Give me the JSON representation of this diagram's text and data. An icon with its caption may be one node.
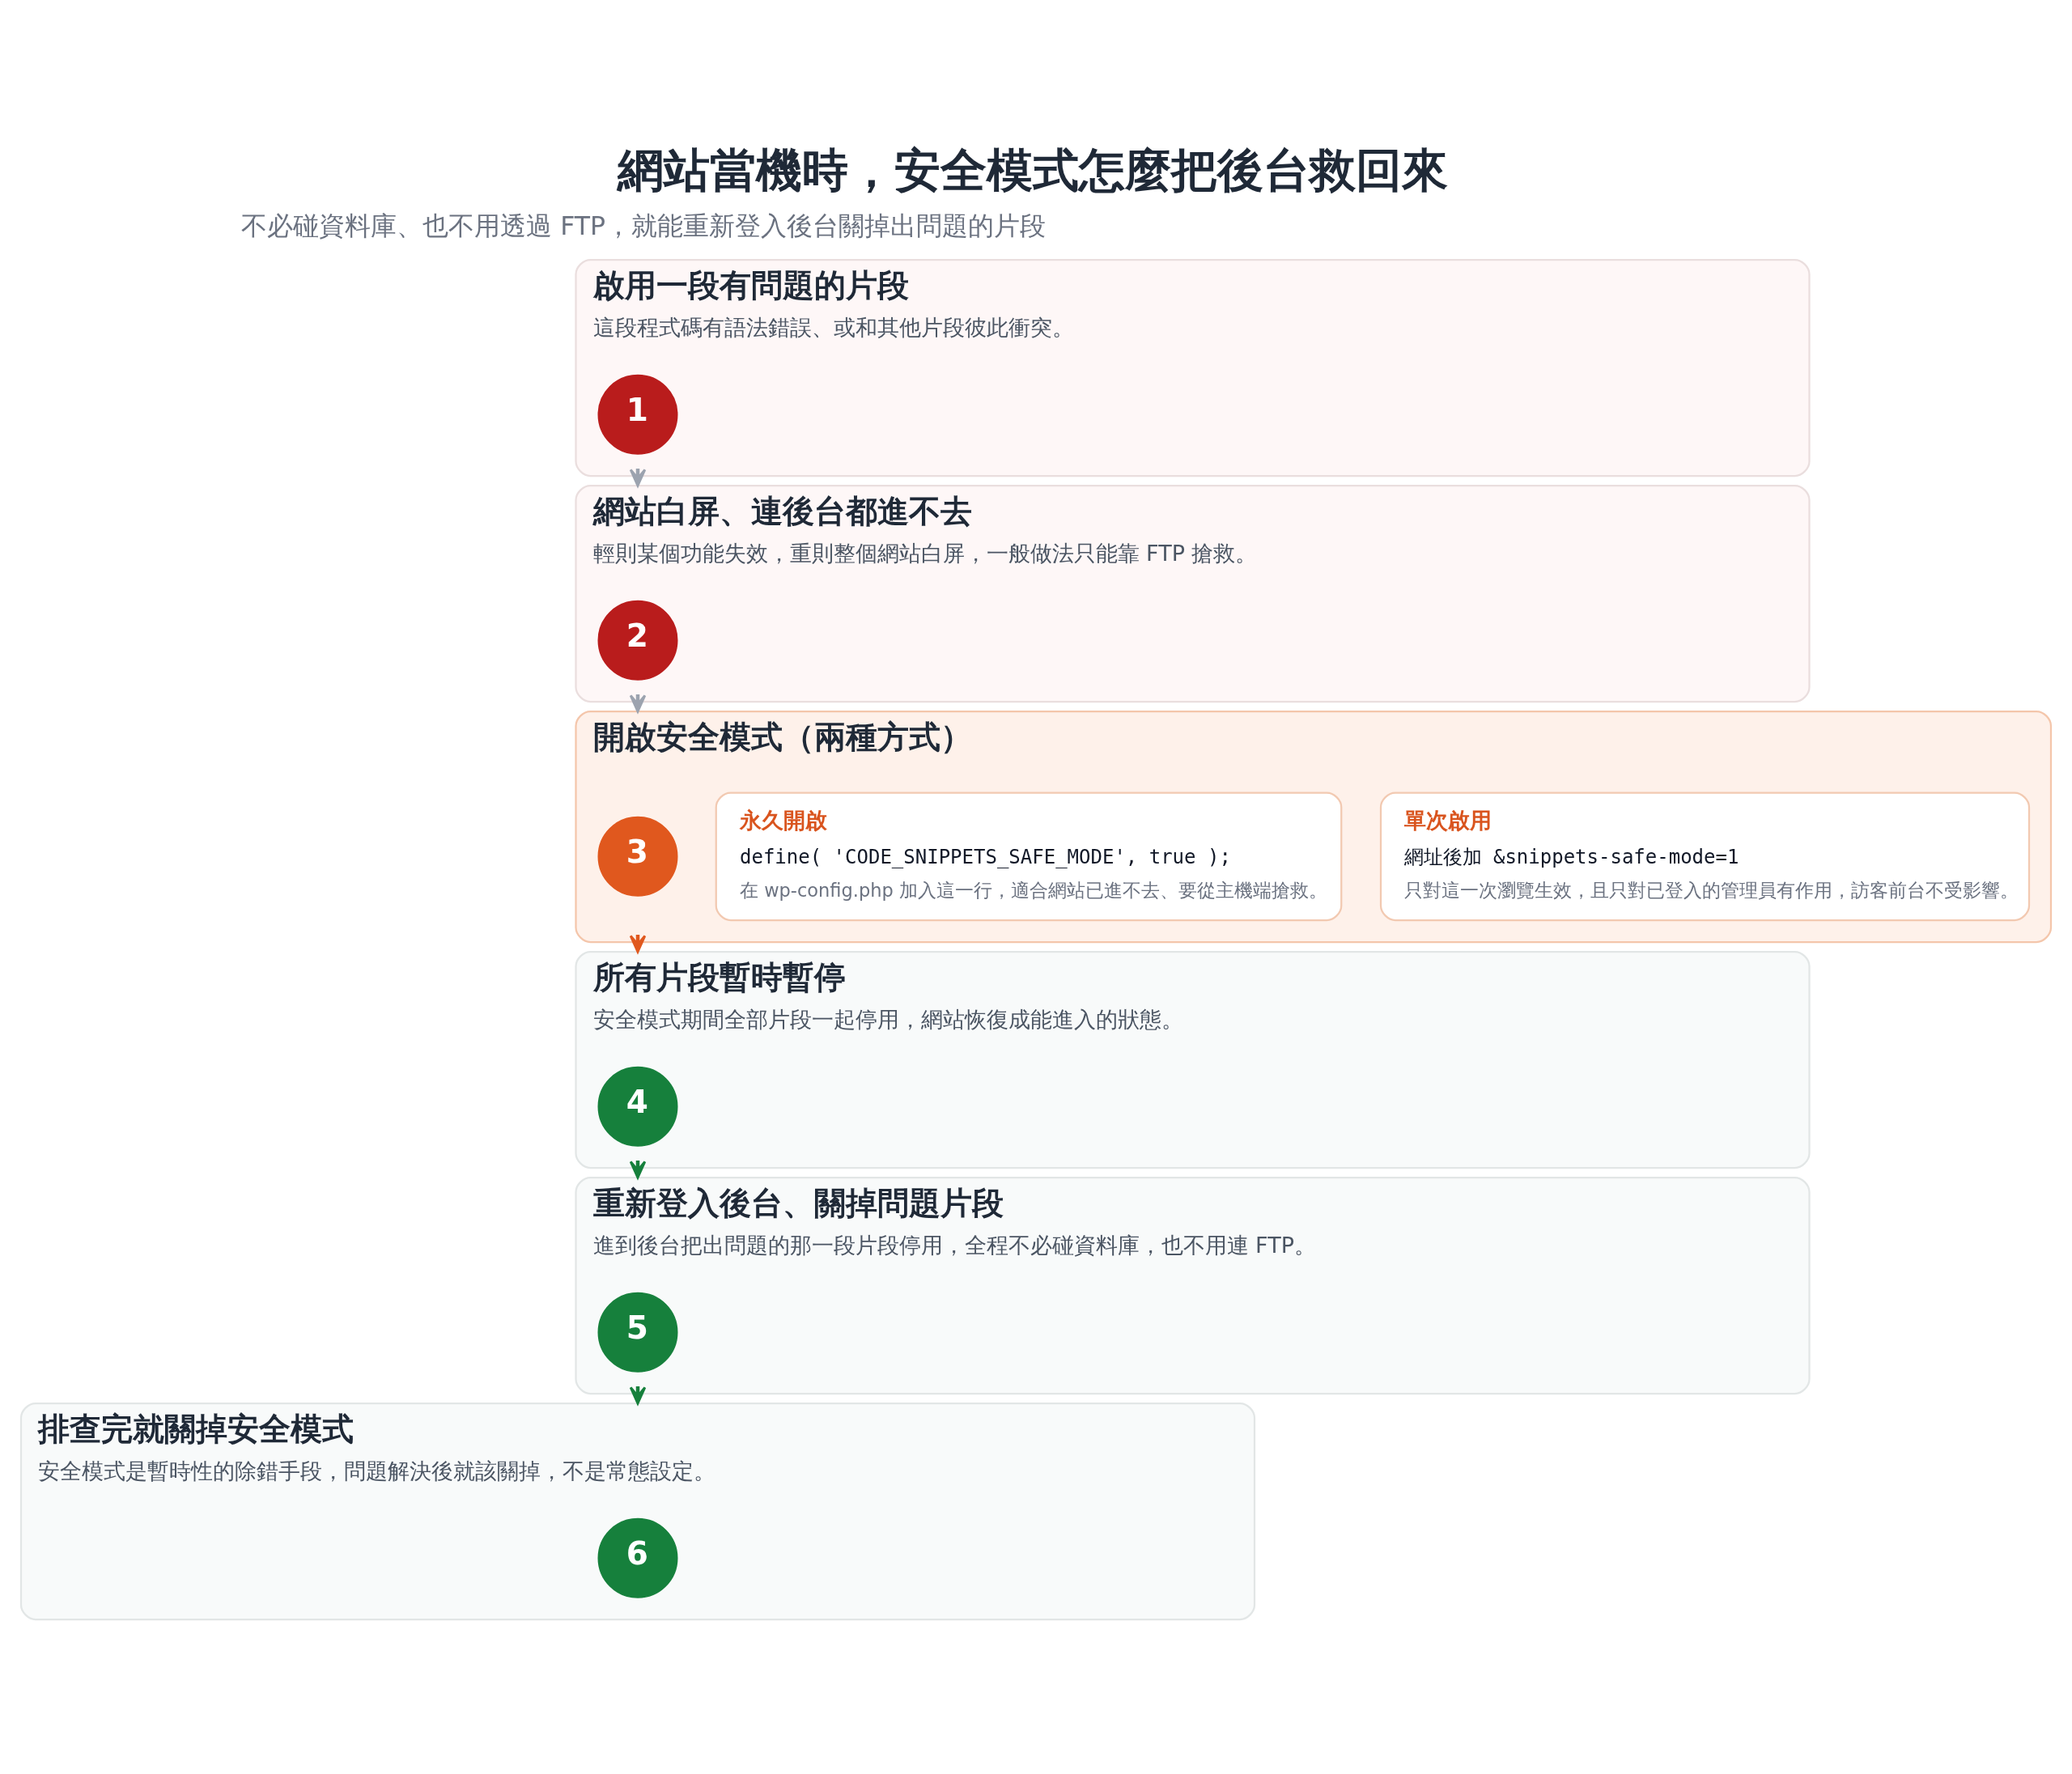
{
  "diagram": {
    "title": "網站當機時，安全模式怎麼把後台救回來",
    "nodes": [
      {
        "text": [
          "啟用一段有問題的片段",
          "這段程式碼有語法錯誤、或和其他片段彼此衝突。"
        ]
      },
      {
        "text": [
          "1"
        ],
        "in": 0
      },
      {
        "text": [
          "網站白屏、連後台都進不去",
          "輕則某個功能失效，重則整個網站白屏，一般做法只能靠 FTP 搶救。"
        ]
      },
      {
        "text": [
          "2"
        ],
        "in": 2
      },
      {
        "text": [
          "開啟安全模式（兩種方式）"
        ]
      },
      {
        "text": [
          "3"
        ],
        "in": 4
      },
      {
        "text": [
          "永久開啟",
          "define( 'CODE_SNIPPETS_SAFE_MODE', true );",
          "在 wp-config.php 加入這一行，適合網站已進不去、要從主機端搶救。"
        ],
        "in": 4
      },
      {
        "text": [
          "單次啟用",
          "網址後加 &snippets-safe-mode=1",
          "只對這一次瀏覽生效，且只對已登入的管理員有作用，訪客前台不受影響。"
        ],
        "in": 4
      },
      {
        "text": [
          "所有片段暫時暫停",
          "安全模式期間全部片段一起停用，網站恢復成能進入的狀態。"
        ]
      },
      {
        "text": [
          "4"
        ],
        "in": 8
      },
      {
        "text": [
          "重新登入後台、關掉問題片段",
          "進到後台把出問題的那一段片段停用，全程不必碰資料庫，也不用連 FTP。"
        ]
      },
      {
        "text": [
          "5"
        ],
        "in": 10
      },
      {
        "text": [
          "排查完就關掉安全模式",
          "安全模式是暫時性的除錯手段，問題解決後就該關掉，不是常態設定。"
        ]
      },
      {
        "text": [
          "6"
        ],
        "in": 12
      }
    ],
    "edges": [
      {
        "from": 0,
        "to": 2,
        "arrow": "to",
        "color": "#9ca3af"
      },
      {
        "from": 2,
        "to": 4,
        "arrow": "to",
        "color": "#9ca3af"
      },
      {
        "from": 4,
        "to": 8,
        "arrow": "to",
        "color": "#e0581e"
      },
      {
        "from": 8,
        "to": 10,
        "arrow": "to",
        "color": "#16803c"
      },
      {
        "from": 10,
        "to": 12,
        "arrow": "to",
        "color": "#16803c"
      }
    ],
    "labels": [
      "不必碰資料庫、也不用透過 FTP，就能重新登入後台關掉出問題的片段"
    ]
  }
}
